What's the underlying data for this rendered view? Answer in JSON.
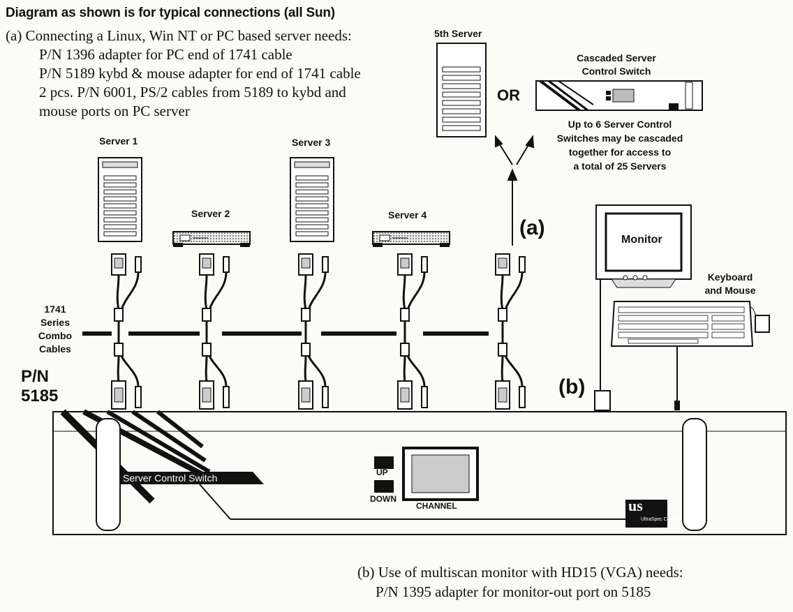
{
  "heading": "Diagram as shown is for typical connections (all Sun)",
  "note_a": {
    "lead": "(a) Connecting a Linux, Win NT or PC based server needs:",
    "lines": [
      "P/N 1396 adapter for PC end of 1741 cable",
      "P/N 5189 kybd & mouse adapter for end of 1741 cable",
      "2 pcs. P/N 6001, PS/2 cables from 5189 to kybd and",
      "mouse ports on PC server"
    ]
  },
  "servers": {
    "s1": "Server 1",
    "s2": "Server 2",
    "s3": "Server 3",
    "s4": "Server 4",
    "s5": "5th Server"
  },
  "or_label": "OR",
  "cascaded": {
    "title_line1": "Cascaded Server",
    "title_line2": "Control Switch",
    "desc": [
      "Up to 6 Server Control",
      "Switches may be cascaded",
      "together for access to",
      "a total of 25 Servers"
    ]
  },
  "marker_a": "(a)",
  "marker_b": "(b)",
  "monitor_label": "Monitor",
  "keyboard_label": [
    "Keyboard",
    "and Mouse"
  ],
  "cables_label": [
    "1741",
    "Series",
    "Combo",
    "Cables"
  ],
  "pn_label": [
    "P/N",
    "5185"
  ],
  "switch": {
    "name": "Server Control Switch",
    "up": "UP",
    "down": "DOWN",
    "channel": "CHANNEL",
    "brand": "UltraSpec Cables",
    "logo": "us"
  },
  "note_b": {
    "lead": "(b) Use of multiscan monitor with HD15 (VGA) needs:",
    "line": "P/N 1395 adapter for monitor-out port on 5185"
  }
}
